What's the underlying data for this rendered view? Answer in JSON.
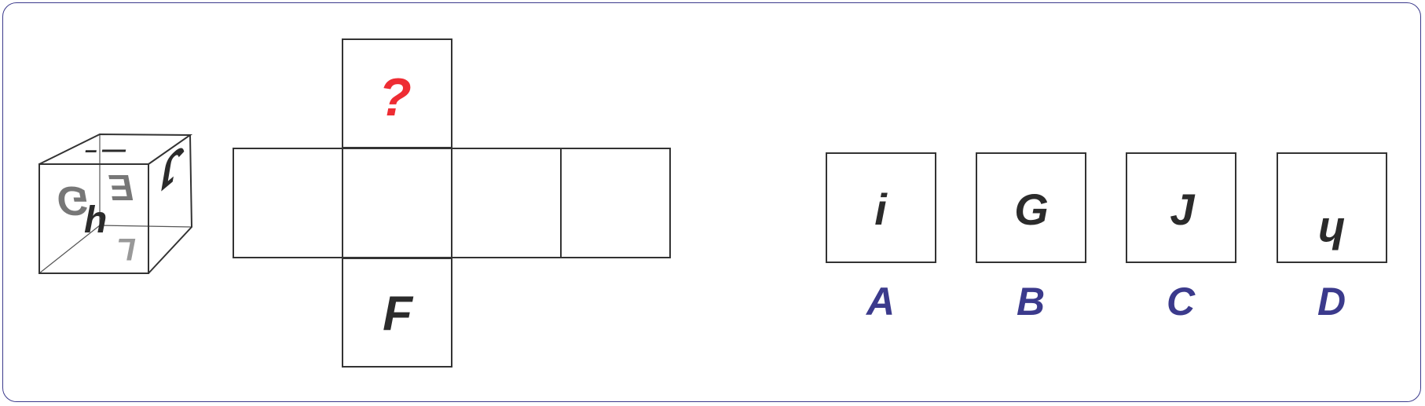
{
  "puzzle": {
    "net": {
      "top_face": "?",
      "bottom_face": "F",
      "middle_faces": [
        "",
        "",
        "",
        ""
      ]
    },
    "cube_faces": {
      "front_left": "G",
      "front_right": "E",
      "front_center": "h",
      "front_bottom": "L",
      "right_side": "J",
      "top_left": "–",
      "top_right": "—"
    },
    "options": [
      {
        "letter": "A",
        "glyph": "i"
      },
      {
        "letter": "B",
        "glyph": "G"
      },
      {
        "letter": "C",
        "glyph": "J"
      },
      {
        "letter": "D",
        "glyph": "h"
      }
    ]
  },
  "colors": {
    "frame": "#3b3a8c",
    "question_mark": "#ee2c33",
    "glyph_dark": "#2b2b2b",
    "glyph_gray": "#777777",
    "option_letter": "#3b3a8c"
  }
}
